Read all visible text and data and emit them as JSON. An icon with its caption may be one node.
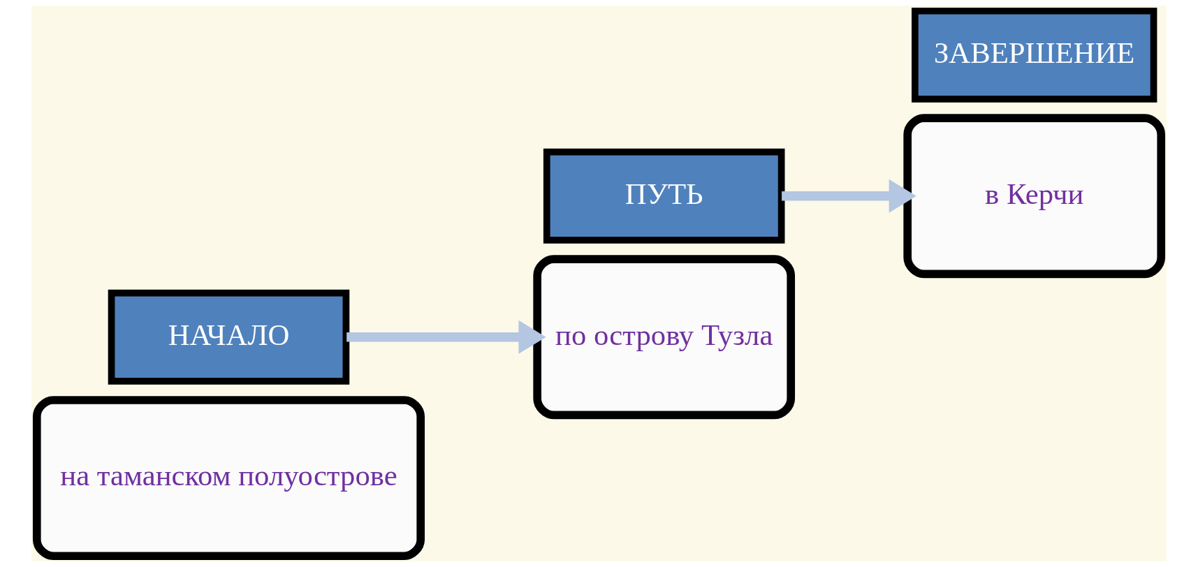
{
  "diagram": {
    "nodes": [
      {
        "text": [
          "на таманском полуострове"
        ]
      },
      {
        "text": [
          "НАЧАЛО"
        ]
      },
      {
        "text": [
          "ПУТЬ"
        ]
      },
      {
        "text": [
          "по острову Тузла"
        ]
      },
      {
        "text": [
          "в Керчи"
        ]
      },
      {
        "text": [
          "ЗАВЕРШЕНИЕ"
        ]
      }
    ],
    "edges": [
      {
        "from": 1,
        "to": 3,
        "arrow": "to"
      },
      {
        "from": 2,
        "to": 4,
        "arrow": "to"
      }
    ]
  }
}
